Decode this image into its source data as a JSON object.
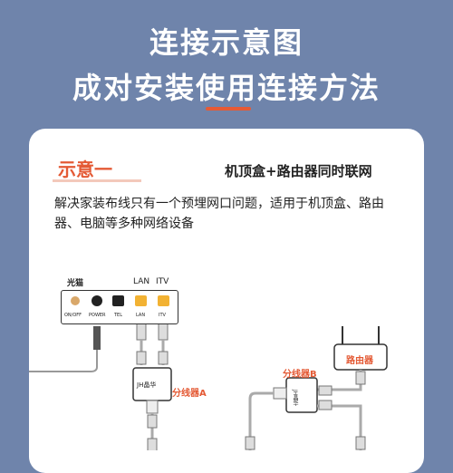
{
  "header": {
    "title_line1": "连接示意图",
    "title_line2": "成对安装使用连接方法"
  },
  "card": {
    "tag": "示意一",
    "subtitle": "机顶盒+路由器同时联网",
    "description": "解决家装布线只有一个预埋网口问题，适用于机顶盒、路由器、电脑等多种网络设备"
  },
  "diagram": {
    "modem_label": "光猫",
    "port_lan": "LAN",
    "port_itv": "ITV",
    "onoff": "ON/OFF",
    "power": "POWER",
    "tel": "TEL",
    "lan_small": "LAN",
    "itv_small": "ITV",
    "splitter_a_brand": "JH晶华",
    "splitter_a_label": "分线器A",
    "splitter_b_label": "分线器B",
    "splitter_b_brand": "JH晶华",
    "router_label": "路由器"
  },
  "colors": {
    "background": "#6f84ab",
    "accent": "#e45a35",
    "port_yellow": "#f2b233"
  }
}
